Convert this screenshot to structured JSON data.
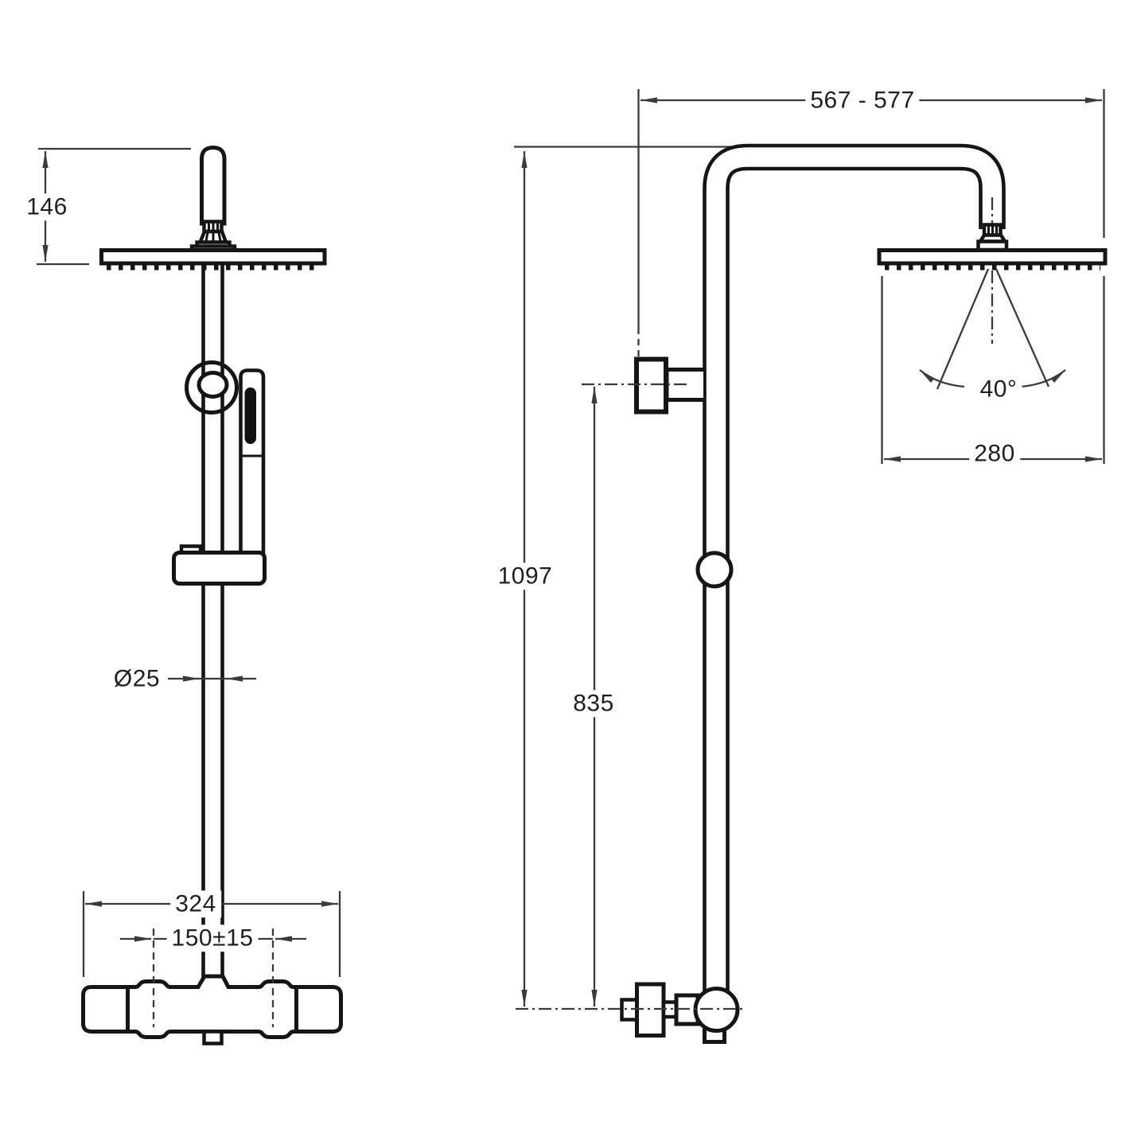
{
  "dimensions": {
    "head_height": "146",
    "pipe_diameter": "Ø25",
    "valve_width": "324",
    "inlet_spacing": "150±15",
    "arm_projection": "567 - 577",
    "overall_height": "1097",
    "bracket_height": "835",
    "head_width": "280",
    "spray_angle": "40°"
  },
  "colors": {
    "object_line": "#151515",
    "dimension_line": "#3a3a3a",
    "background": "#ffffff"
  }
}
